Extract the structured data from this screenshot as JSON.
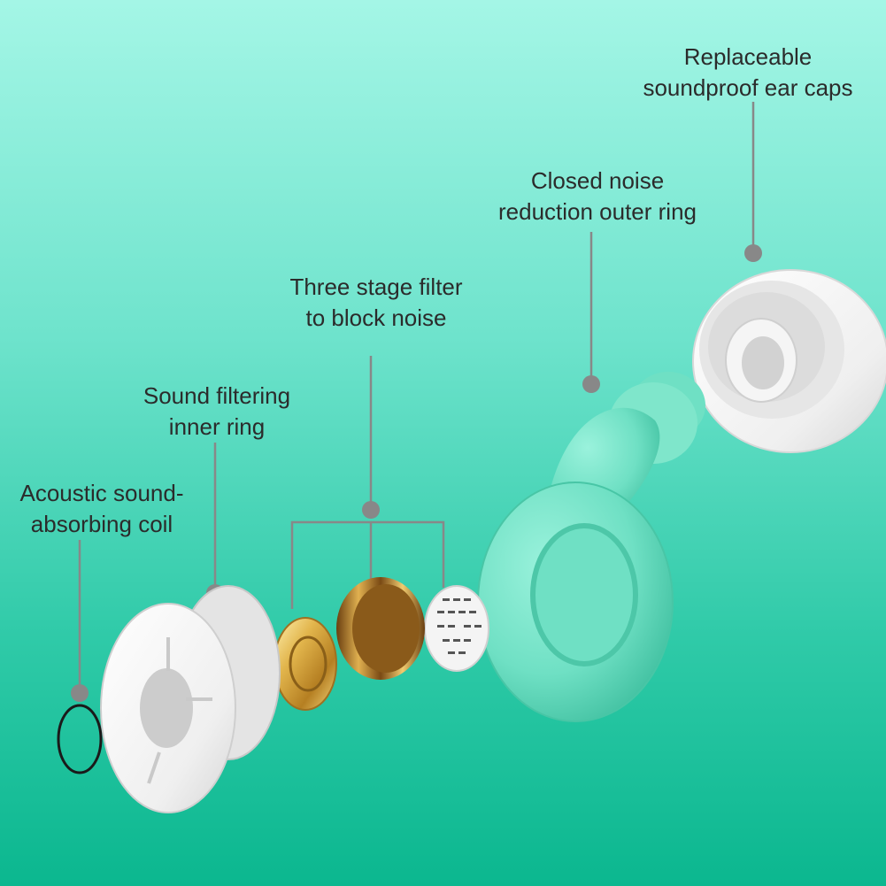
{
  "labels": {
    "ear_caps": {
      "line1": "Replaceable",
      "line2": "soundproof ear caps"
    },
    "outer_ring": {
      "line1": "Closed noise",
      "line2": "reduction outer ring"
    },
    "filter": {
      "line1": "Three stage filter",
      "line2": "to block noise"
    },
    "inner_ring": {
      "line1": "Sound filtering",
      "line2": "inner ring"
    },
    "coil": {
      "line1": "Acoustic sound-",
      "line2": "absorbing coil"
    }
  },
  "colors": {
    "background_top": "#a4f6e6",
    "background_bottom": "#0bb78f",
    "earplug_body": "#6fe0c4",
    "leader_line": "#888888",
    "gold_part": "#c99a3a",
    "white_part": "#f4f4f4"
  }
}
